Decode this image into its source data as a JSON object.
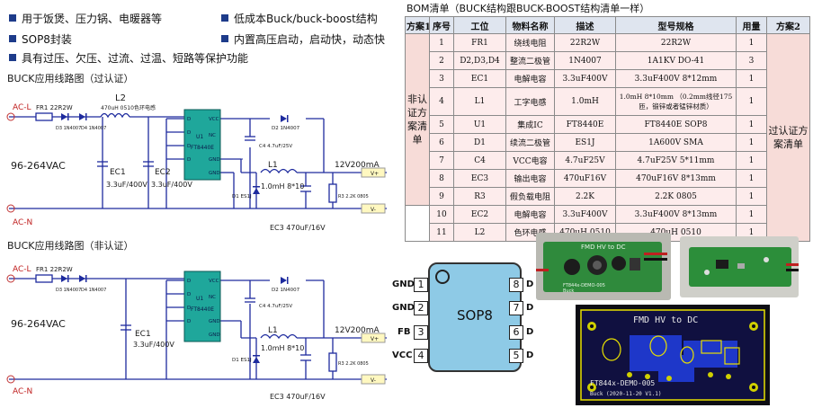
{
  "features": [
    "用于饭煲、压力锅、电暖器等",
    "低成本Buck/buck-boost结构",
    "SOP8封装",
    "内置高压启动，启动快，动态快",
    "具有过压、欠压、过流、过温、短路等保护功能"
  ],
  "circuit1": {
    "title": "BUCK应用线路图（过认证）",
    "ac_l": "AC-L",
    "ac_n": "AC-N",
    "fr1": "FR1 22R2W",
    "d3": "D3 1N4007",
    "d4": "D4 1N4007",
    "l2": "L2",
    "l2_desc": "470uH 0510色环电感",
    "voltage": "96-264VAC",
    "ec1": "EC1",
    "ec1_val": "3.3uF/400V",
    "ec2": "EC2",
    "ec2_val": "3.3uF/400V",
    "ic": "FT8440E",
    "u1": "U1",
    "c4": "C4 4.7uF/25V",
    "d2": "D2 1N4007",
    "l1": "L1",
    "l1_val": "1.0mH 8*10",
    "d1": "D1 ES1J",
    "output": "12V200mA",
    "r3": "R3 2.2K 0805",
    "ec3": "EC3 470uF/16V",
    "vplus": "V+",
    "vminus": "V-"
  },
  "circuit2": {
    "title": "BUCK应用线路图（非认证）",
    "ac_l": "AC-L",
    "ac_n": "AC-N",
    "fr1": "FR1 22R2W",
    "d3": "D3 1N4007",
    "d4": "D4 1N4007",
    "voltage": "96-264VAC",
    "ec1": "EC1",
    "ec1_val": "3.3uF/400V",
    "ic": "FT8440E",
    "u1": "U1",
    "c4": "C4 4.7uF/25V",
    "d2": "D2 1N4007",
    "l1": "L1",
    "l1_val": "1.0mH 8*10",
    "d1": "D1 ES1J",
    "output": "12V200mA",
    "r3": "R3 2.2K 0805",
    "ec3": "EC3 470uF/16V",
    "vplus": "V+",
    "vminus": "V-"
  },
  "bom": {
    "title": "BOM清单（BUCK结构跟BUCK-BOOST结构清单一样）",
    "headers": [
      "方案1",
      "序号",
      "工位",
      "物料名称",
      "描述",
      "型号规格",
      "用量",
      "方案2"
    ],
    "side1": "非认证方案清单",
    "side2": "过认证方案清单",
    "rows": [
      [
        "1",
        "FR1",
        "绕线电阻",
        "22R2W",
        "22R2W",
        "1"
      ],
      [
        "2",
        "D2,D3,D4",
        "整流二极管",
        "1N4007",
        "1A1KV DO-41",
        "3"
      ],
      [
        "3",
        "EC1",
        "电解电容",
        "3.3uF400V",
        "3.3uF400V 8*12mm",
        "1"
      ],
      [
        "4",
        "L1",
        "工字电感",
        "1.0mH",
        "1.0mH 8*10mm （0.2mm线径175匝，锻锌或者锰锌材质）",
        "1"
      ],
      [
        "5",
        "U1",
        "集成IC",
        "FT8440E",
        "FT8440E SOP8",
        "1"
      ],
      [
        "6",
        "D1",
        "续流二极管",
        "ES1J",
        "1A600V SMA",
        "1"
      ],
      [
        "7",
        "C4",
        "VCC电容",
        "4.7uF25V",
        "4.7uF25V 5*11mm",
        "1"
      ],
      [
        "8",
        "EC3",
        "输出电容",
        "470uF16V",
        "470uF16V 8*13mm",
        "1"
      ],
      [
        "9",
        "R3",
        "假负载电阻",
        "2.2K",
        "2.2K 0805",
        "1"
      ],
      [
        "10",
        "EC2",
        "电解电容",
        "3.3uF400V",
        "3.3uF400V 8*13mm",
        "1"
      ],
      [
        "11",
        "L2",
        "色环电感",
        "470uH 0510",
        "470uH 0510",
        "1"
      ]
    ]
  },
  "chip": {
    "label": "SOP8",
    "left_pins": [
      {
        "num": "1",
        "name": "GND"
      },
      {
        "num": "2",
        "name": "GND"
      },
      {
        "num": "3",
        "name": "FB"
      },
      {
        "num": "4",
        "name": "VCC"
      }
    ],
    "right_pins": [
      {
        "num": "8",
        "name": "D"
      },
      {
        "num": "7",
        "name": "D"
      },
      {
        "num": "6",
        "name": "D"
      },
      {
        "num": "5",
        "name": "D"
      }
    ]
  },
  "pcb": {
    "title": "FMD HV to DC",
    "code": "FT844x-DEMO-005",
    "footer": "Buck (2020-11-20 V1.1)",
    "photo_title": "FMD HV to DC",
    "photo_code": "FT844x-DEMO-005",
    "photo_footer": "Buck"
  },
  "colors": {
    "chip_body": "#8ecae6",
    "schematic_wire": "#1e2b9e",
    "ic_fill": "#1fa79b",
    "table_header": "#dfe5ef",
    "table_cell": "#fdecec",
    "pcb_bg": "#101040"
  }
}
